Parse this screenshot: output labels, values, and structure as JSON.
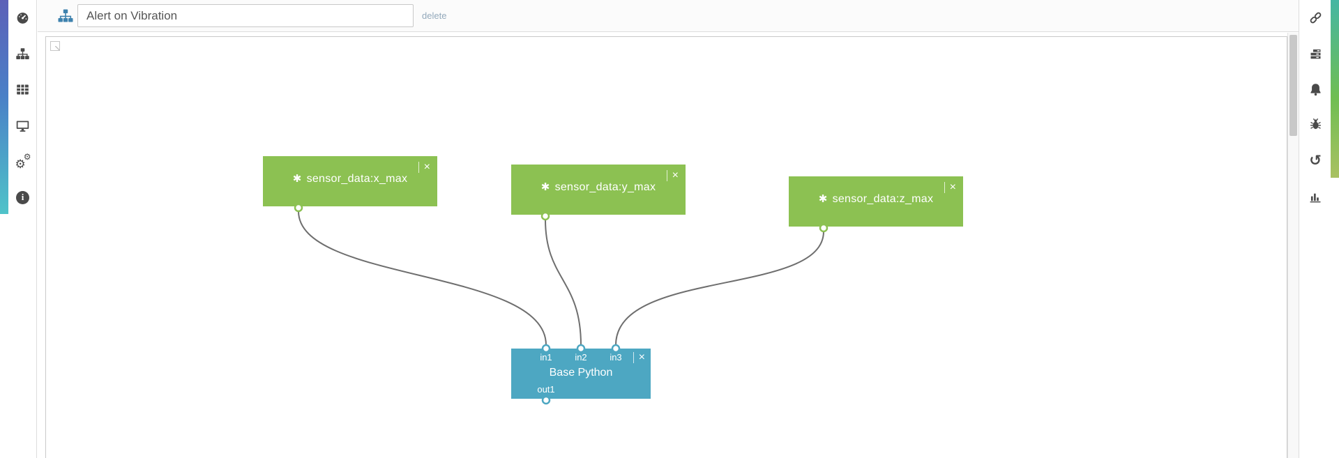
{
  "topbar": {
    "workflow_name": "Alert on Vibration",
    "delete_label": "delete"
  },
  "left_rail": {
    "icons": [
      "dashboard",
      "workflows",
      "data-tables",
      "devices",
      "settings",
      "info"
    ]
  },
  "right_rail": {
    "icons": [
      "link",
      "log",
      "notifications",
      "debug",
      "history",
      "stats"
    ]
  },
  "glyphs": {
    "asterisk": "✱",
    "close": "×",
    "gear_large": "⚙",
    "gear_small": "⚙",
    "history": "↺",
    "info": "i"
  },
  "canvas": {
    "nodes": [
      {
        "id": "node-x-max",
        "label": "sensor_data:x_max",
        "color": "#8cc152"
      },
      {
        "id": "node-y-max",
        "label": "sensor_data:y_max",
        "color": "#8cc152"
      },
      {
        "id": "node-z-max",
        "label": "sensor_data:z_max",
        "color": "#8cc152"
      },
      {
        "id": "node-base-python",
        "label": "Base Python",
        "color": "#4da7c2",
        "in_ports": [
          "in1",
          "in2",
          "in3"
        ],
        "out_ports": [
          "out1"
        ]
      }
    ],
    "edges": [
      {
        "from": "sensor_data:x_max",
        "to": "Base Python:in1"
      },
      {
        "from": "sensor_data:y_max",
        "to": "Base Python:in2"
      },
      {
        "from": "sensor_data:z_max",
        "to": "Base Python:in3"
      }
    ]
  },
  "colors": {
    "node_green": "#8cc152",
    "node_blue": "#4da7c2",
    "connector": "#6e6e6e",
    "workflow_icon": "#3e82ae",
    "rail_icon": "#4a4a4a",
    "delete_link": "#93a9bb",
    "left_gradient": [
      "#5c60b8",
      "#4a80c7",
      "#4fc3c9"
    ],
    "right_gradient": [
      "#45b6a3",
      "#6fbe52",
      "#a9c162"
    ]
  }
}
